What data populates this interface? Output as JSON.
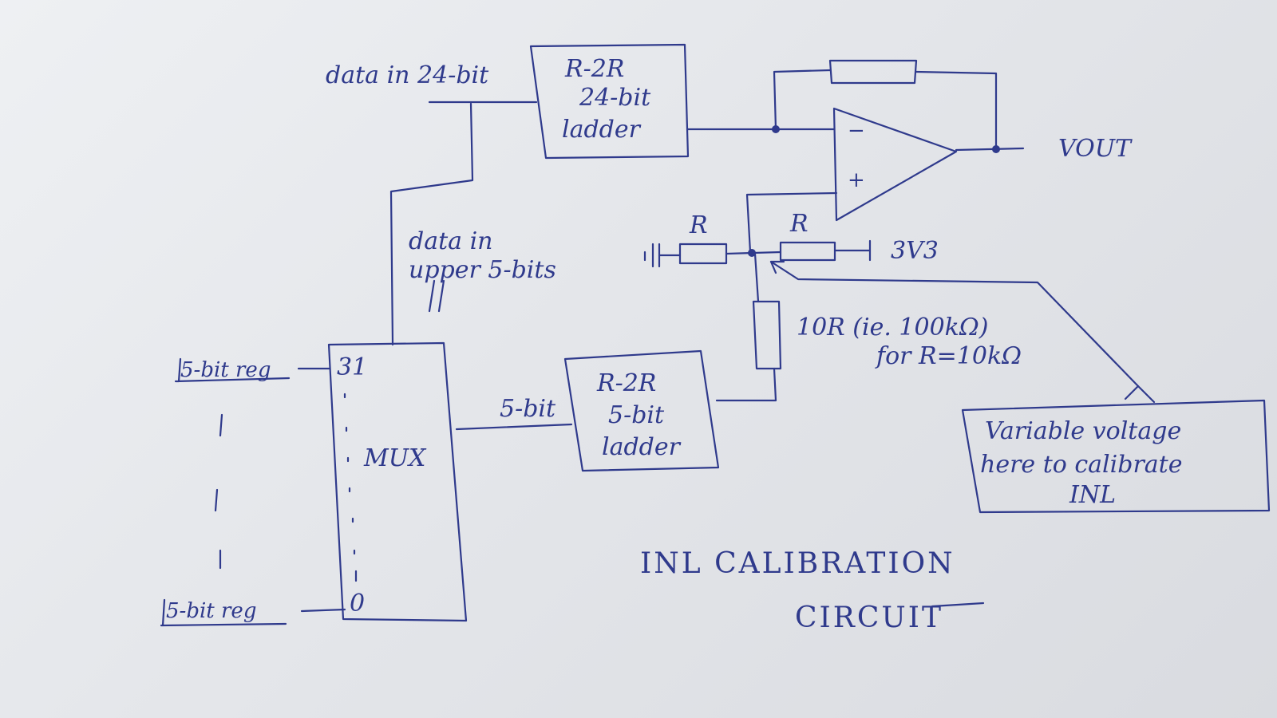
{
  "ink_color": "#2f3a8c",
  "labels": {
    "data_in_24": "data in 24-bit",
    "ladder24_line1": "R-2R",
    "ladder24_line2": "24-bit",
    "ladder24_line3": "ladder",
    "opamp_minus": "−",
    "opamp_plus": "+",
    "vout": "VOUT",
    "data_in_upper_line1": "data in",
    "data_in_upper_line2": "upper 5-bits",
    "r_left": "R",
    "r_right": "R",
    "supply": "3V3",
    "r10_line1": "10R (ie. 100kΩ)",
    "r10_line2": "for R=10kΩ",
    "reg_top": "5-bit reg",
    "reg_bottom": "5-bit reg",
    "mux_top_index": "31",
    "mux_label": "MUX",
    "mux_bottom_index": "0",
    "bus_5bit": "5-bit",
    "ladder5_line1": "R-2R",
    "ladder5_line2": "5-bit",
    "ladder5_line3": "ladder",
    "note_line1": "Variable voltage",
    "note_line2": "here to calibrate",
    "note_line3": "INL",
    "title_line1": "INL CALIBRATION",
    "title_line2": "CIRCUIT"
  }
}
